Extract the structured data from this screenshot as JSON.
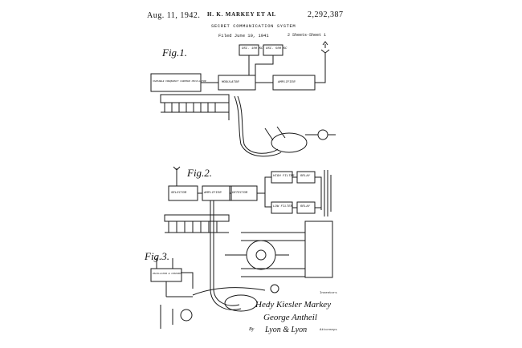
{
  "header": {
    "date": "Aug. 11, 1942.",
    "inventors": "H. K. MARKEY ET AL",
    "patent_number": "2,292,387",
    "title": "SECRET COMMUNICATION SYSTEM",
    "filed": "Filed June 10, 1941",
    "sheets": "2 Sheets-Sheet 1"
  },
  "figures": {
    "fig1": "Fig.1.",
    "fig2": "Fig.2.",
    "fig3": "Fig.3."
  },
  "fig1_blocks": {
    "osc1": "OSC. 100 KC",
    "osc2": "OSC. 500 KC",
    "modulator": "MODULATOR",
    "amplifier": "AMPLIFIER",
    "freq_control": "VARIABLE FREQUENCY CARRIER OSCILLATOR"
  },
  "fig2_blocks": {
    "selector": "SELECTOR",
    "amplifier": "AMPLIFIER",
    "detector": "DETECTOR",
    "high_filter": "HIGH FILTER",
    "low_filter": "LOW FILTER",
    "relay1": "RELAY",
    "relay2": "RELAY"
  },
  "fig3_blocks": {
    "osc": "OSCILLATOR & CONTROL"
  },
  "signature": {
    "label": "Inventors",
    "line1": "Hedy Kiesler Markey",
    "line2": "George Antheil",
    "by": "By",
    "attorney": "Lyon & Lyon",
    "attorney_label": "Attorneys"
  }
}
